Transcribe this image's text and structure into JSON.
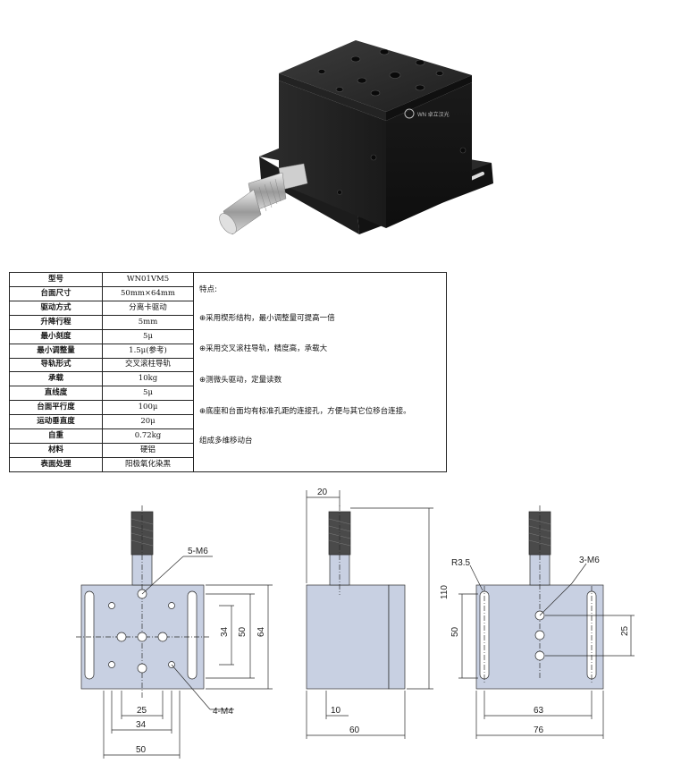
{
  "brand": {
    "logo_text": "WN 卓立汉光"
  },
  "specs": [
    {
      "label": "型号",
      "value": "WN01VM5"
    },
    {
      "label": "台面尺寸",
      "value": "50mm×64mm"
    },
    {
      "label": "驱动方式",
      "value": "分离卡驱动"
    },
    {
      "label": "升降行程",
      "value": "5mm"
    },
    {
      "label": "最小刻度",
      "value": "5μ"
    },
    {
      "label": "最小调整量",
      "value": "1.5μ(参考)"
    },
    {
      "label": "导轨形式",
      "value": "交叉滚柱导轨"
    },
    {
      "label": "承载",
      "value": "10kg"
    },
    {
      "label": "直线度",
      "value": "5μ"
    },
    {
      "label": "台面平行度",
      "value": "100μ"
    },
    {
      "label": "运动垂直度",
      "value": "20μ"
    },
    {
      "label": "自重",
      "value": "0.72kg"
    },
    {
      "label": "材料",
      "value": "硬铝"
    },
    {
      "label": "表面处理",
      "value": "阳极氧化染黑"
    }
  ],
  "features": {
    "title": "特点:",
    "items": [
      "⊕采用楔形结构，最小调整量可提高一倍",
      "⊕采用交叉滚柱导轨，精度高，承载大",
      "⊕测微头驱动，定量读数",
      "⊕底座和台面均有标准孔距的连接孔，方便与其它位移台连接。",
      "组成多维移动台"
    ]
  },
  "drawings": {
    "front": {
      "callout_top": "5-M6",
      "callout_bottom": "4-M4",
      "dims": {
        "d34v": "34",
        "d50v": "50",
        "d64v": "64",
        "d25h": "25",
        "d34h": "34",
        "d50h": "50"
      }
    },
    "side": {
      "dims": {
        "d20": "20",
        "d110": "110",
        "d10": "10",
        "d60": "60"
      }
    },
    "back": {
      "radius": "R3.5",
      "callout": "3-M6",
      "dims": {
        "d50v": "50",
        "d25v": "25",
        "d63": "63",
        "d76": "76"
      }
    }
  }
}
